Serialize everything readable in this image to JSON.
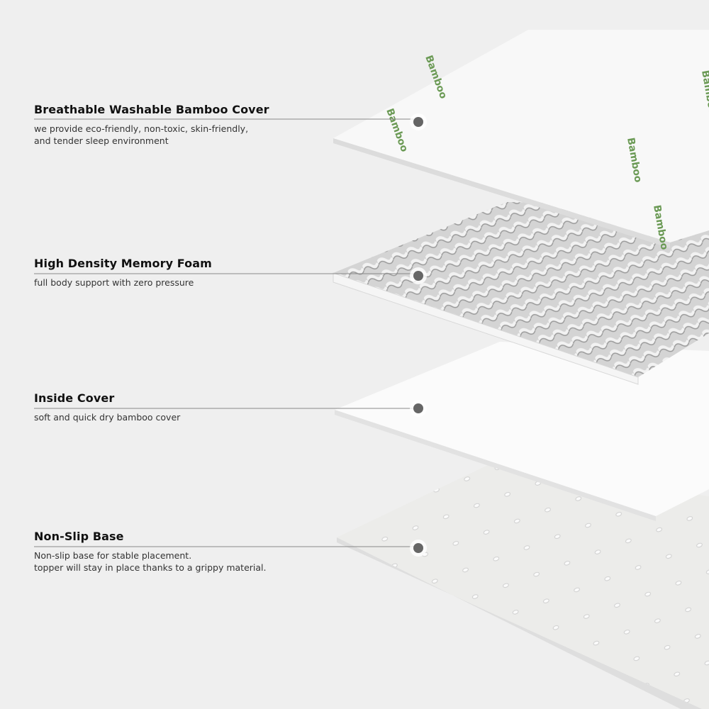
{
  "layers": [
    {
      "title": "Breathable Washable Bamboo Cover",
      "lines": [
        "we provide eco-friendly, non-toxic, skin-friendly,",
        "and tender sleep environment"
      ]
    },
    {
      "title": "High Density Memory Foam",
      "lines": [
        "full body support with zero pressure"
      ]
    },
    {
      "title": "Inside Cover",
      "lines": [
        "soft and quick dry bamboo cover"
      ]
    },
    {
      "title": "Non-Slip Base",
      "lines": [
        "Non-slip base for stable placement.",
        "topper will stay in place thanks to a grippy material."
      ]
    }
  ],
  "cover_print": "Bamboo",
  "colors": {
    "background": "#efefef",
    "bamboo_print": "#6b9a55",
    "marker": "#666666"
  }
}
